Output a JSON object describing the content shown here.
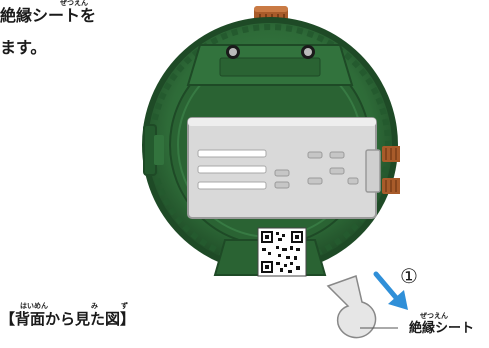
{
  "instruction": {
    "line1_ruby": "ぜつえん",
    "line1": "絶縁シートを",
    "line2": "ます。"
  },
  "caption": {
    "ruby_1": "はいめん",
    "ruby_2": "み",
    "ruby_3": "ず",
    "text": "【背面から見た図】"
  },
  "callout": {
    "step_number": "①",
    "label_ruby": "ぜつえん",
    "label": "絶縁シート"
  },
  "colors": {
    "device_green": "#2e6b38",
    "device_dark": "#1e4a26",
    "knob_orange": "#a85b2a",
    "panel_gray": "#d9d9d9",
    "arrow_blue": "#2f8fd8"
  },
  "icons": {
    "qr": "qr-code-icon",
    "arrow": "down-right-arrow-icon"
  }
}
